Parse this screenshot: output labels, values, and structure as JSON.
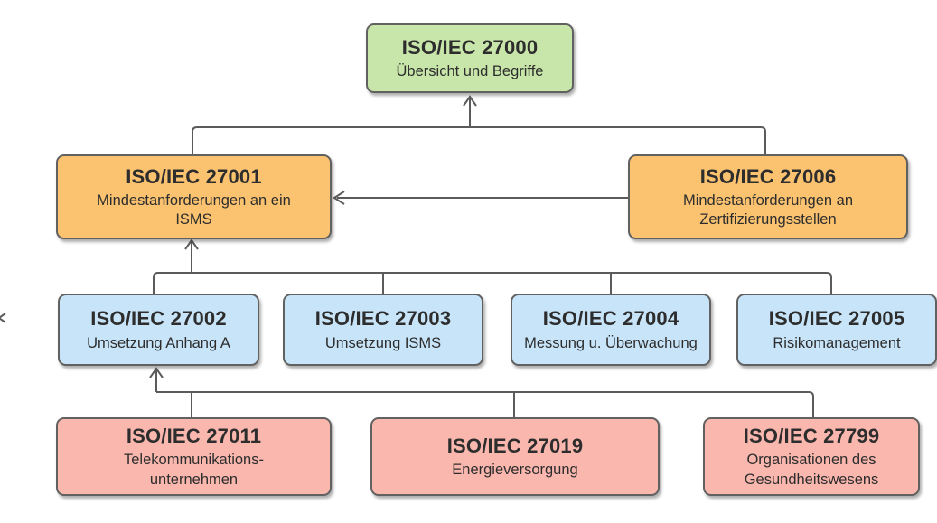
{
  "colors": {
    "fill-green": "#c8e6a9",
    "fill-orange": "#fbc270",
    "fill-blue": "#c8e4f8",
    "fill-pink": "#fab7ae",
    "border": "#616161",
    "edge": "#5b5b5b",
    "text": "#2d2d2d"
  },
  "nodes": {
    "n27000": {
      "title": "ISO/IEC 27000",
      "lines": [
        "Übersicht und Begriffe"
      ]
    },
    "n27001": {
      "title": "ISO/IEC 27001",
      "lines": [
        "Mindestanforderungen an ein",
        "ISMS"
      ]
    },
    "n27006": {
      "title": "ISO/IEC 27006",
      "lines": [
        "Mindestanforderungen an",
        "Zertifizierungsstellen"
      ]
    },
    "n27002": {
      "title": "ISO/IEC 27002",
      "lines": [
        "Umsetzung Anhang A"
      ]
    },
    "n27003": {
      "title": "ISO/IEC 27003",
      "lines": [
        "Umsetzung ISMS"
      ]
    },
    "n27004": {
      "title": "ISO/IEC 27004",
      "lines": [
        "Messung u. Überwachung"
      ]
    },
    "n27005": {
      "title": "ISO/IEC 27005",
      "lines": [
        "Risikomanagement"
      ]
    },
    "n27011": {
      "title": "ISO/IEC 27011",
      "lines": [
        "Telekommunikations-",
        "unternehmen"
      ]
    },
    "n27019": {
      "title": "ISO/IEC 27019",
      "lines": [
        "Energieversorgung"
      ]
    },
    "n27799": {
      "title": "ISO/IEC 27799",
      "lines": [
        "Organisationen des",
        "Gesundheitswesens"
      ]
    }
  }
}
